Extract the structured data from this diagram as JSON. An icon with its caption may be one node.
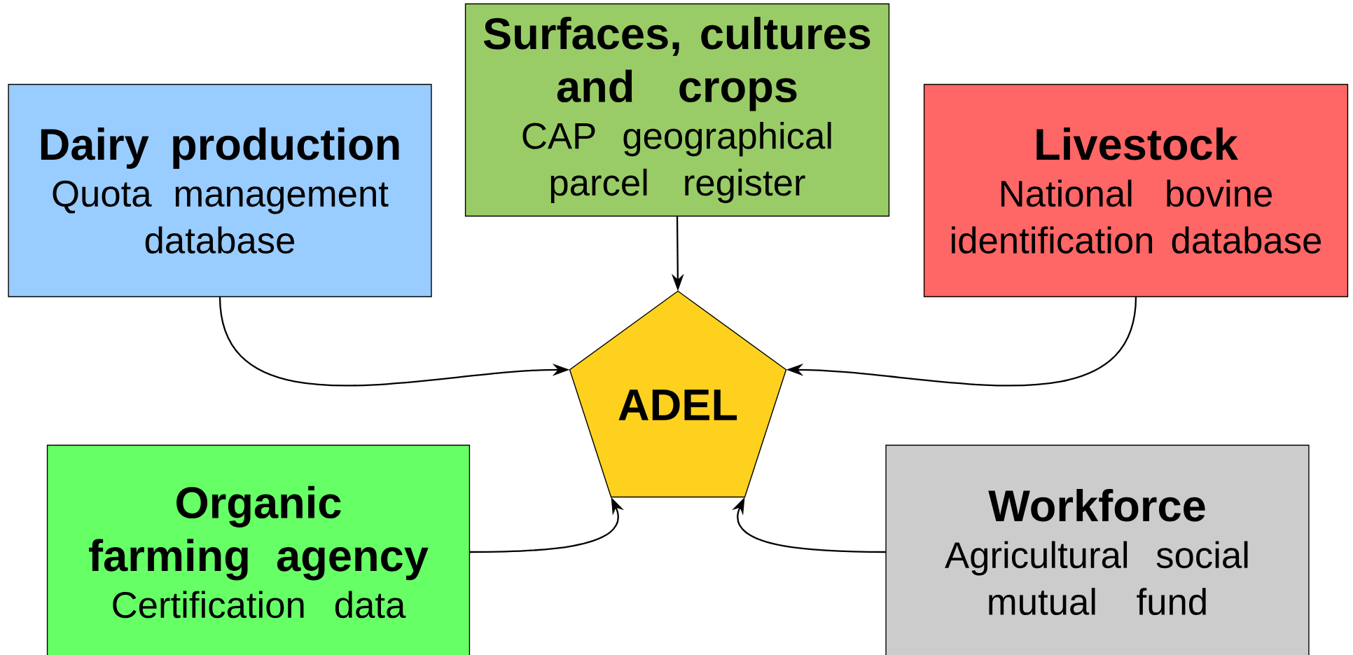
{
  "diagram": {
    "nodes": [
      {
        "text": [
          "Surfaces, cultures and crops",
          "CAP geographical parcel register"
        ]
      },
      {
        "text": [
          "Dairy production",
          "Quota management database"
        ]
      },
      {
        "text": [
          "Livestock",
          "National bovine identification database"
        ]
      },
      {
        "text": [
          "ADEL"
        ]
      },
      {
        "text": [
          "Organic farming agency",
          "Certification data"
        ]
      },
      {
        "text": [
          "Workforce",
          "Agricultural social mutual fund"
        ]
      }
    ],
    "edges": [
      {
        "from": 0,
        "to": 3,
        "arrow": "to"
      },
      {
        "from": 1,
        "to": 3,
        "arrow": "to"
      },
      {
        "from": 2,
        "to": 3,
        "arrow": "to"
      },
      {
        "from": 4,
        "to": 3,
        "arrow": "to"
      },
      {
        "from": 5,
        "to": 3,
        "arrow": "to"
      }
    ]
  }
}
